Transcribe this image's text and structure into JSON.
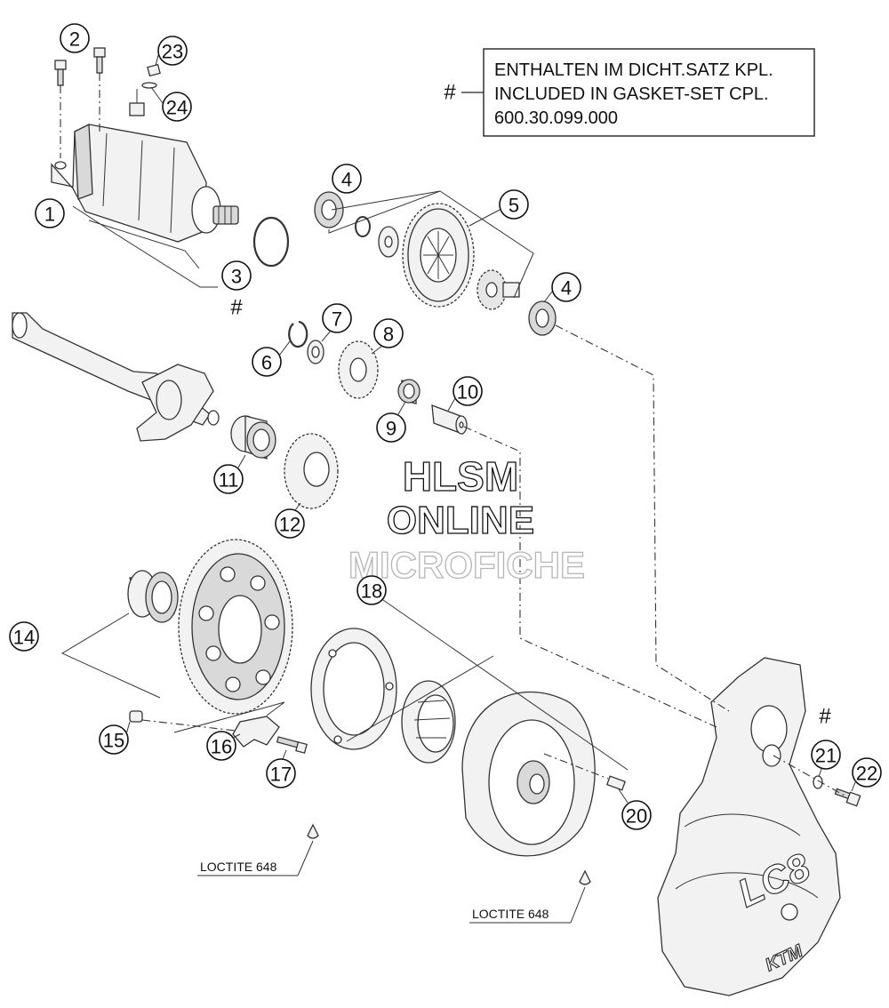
{
  "gasket_note": {
    "symbol": "#",
    "line1": "ENTHALTEN IM DICHT.SATZ KPL.",
    "line2": "INCLUDED IN GASKET-SET CPL.",
    "line3": "600.30.099.000"
  },
  "part_labels": {
    "p1": "1",
    "p2": "2",
    "p3": "3",
    "p4a": "4",
    "p4b": "4",
    "p5": "5",
    "p6": "6",
    "p7": "7",
    "p8": "8",
    "p9": "9",
    "p10": "10",
    "p11": "11",
    "p12": "12",
    "p14": "14",
    "p15": "15",
    "p16": "16",
    "p17": "17",
    "p18": "18",
    "p20": "20",
    "p21": "21",
    "p22": "22",
    "p23": "23",
    "p24": "24"
  },
  "hash_marks": {
    "gasket_3": "#",
    "gasket_21": "#"
  },
  "loctite": {
    "left": "LOCTITE 648",
    "right": "LOCTITE 648"
  },
  "watermark": {
    "line1": "HLSM",
    "line2": "ONLINE",
    "line3": "MICROFICHE"
  },
  "cover_logo": {
    "model": "LC8",
    "brand": "KTM"
  }
}
